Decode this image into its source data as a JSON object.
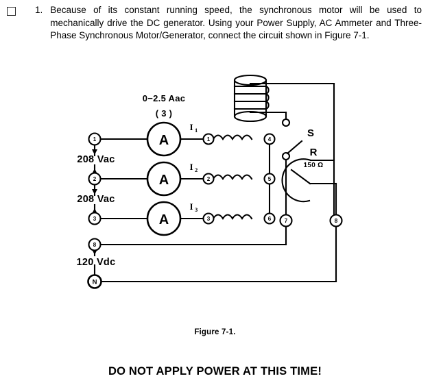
{
  "instruction": {
    "checkbox_checked": false,
    "number": "1.",
    "text": "Because of its constant running speed, the synchronous motor will be used to mechanically drive the DC generator. Using your Power Supply, AC Ammeter and Three-Phase Synchronous Motor/Generator, connect the circuit shown in Figure 7-1."
  },
  "figure": {
    "caption": "Figure 7-1.",
    "warning": "DO NOT APPLY POWER AT THIS TIME!",
    "meter_range_label": "0−2.5 Aac",
    "meter_count_label": "( 3 )",
    "ammeter_symbol": "A",
    "voltage_labels": [
      "208 Vac",
      "208 Vac",
      "120 Vdc"
    ],
    "current_labels": [
      {
        "symbol": "I",
        "subscript": "1"
      },
      {
        "symbol": "I",
        "subscript": "2"
      },
      {
        "symbol": "I",
        "subscript": "3"
      }
    ],
    "source_terminals": [
      "1",
      "2",
      "3",
      "8",
      "N"
    ],
    "machine_terminals_left": [
      "1",
      "2",
      "3"
    ],
    "machine_terminals_right": [
      "4",
      "5",
      "6"
    ],
    "dc_terminals": [
      "7",
      "8"
    ],
    "switch_label": "S",
    "rheostat_label": "R",
    "rheostat_value": "150 Ω"
  }
}
